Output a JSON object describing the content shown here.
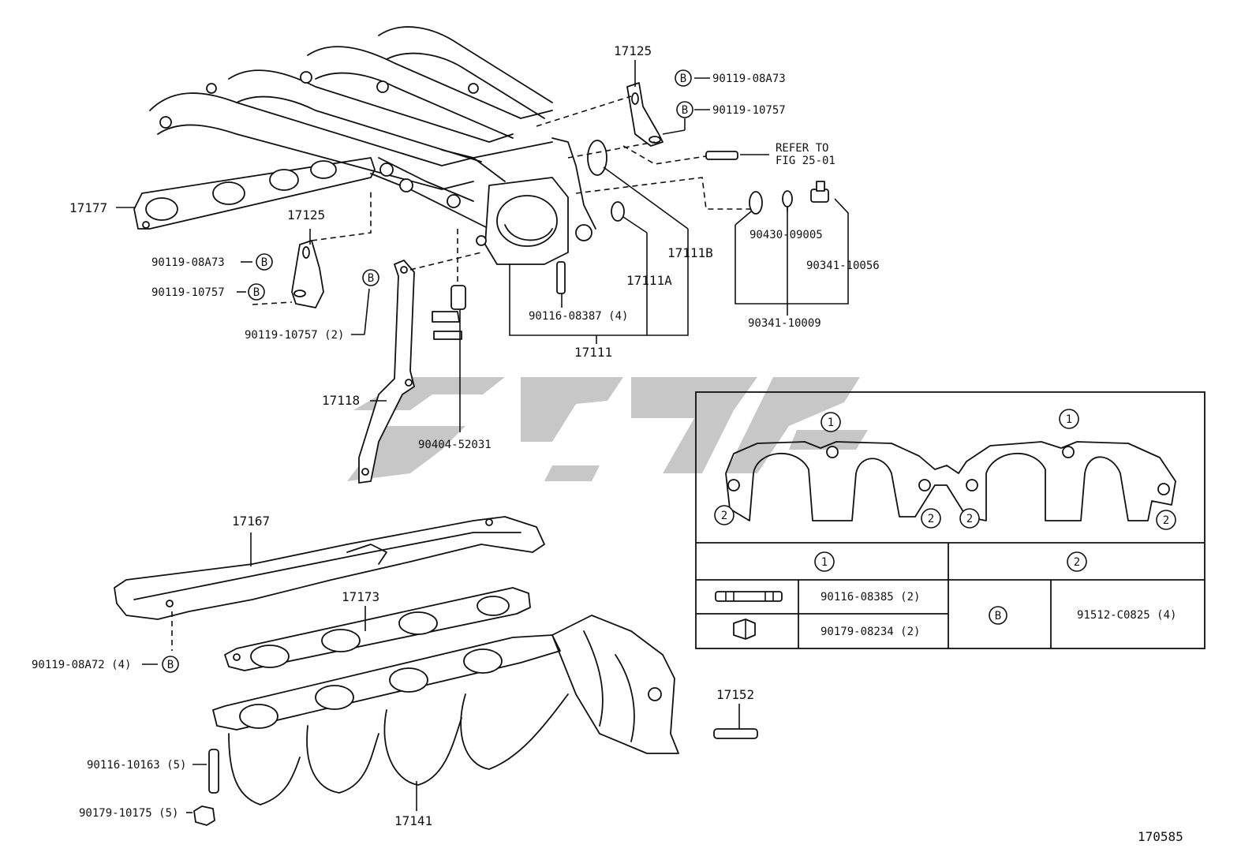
{
  "labels": {
    "p17177": "17177",
    "p17125_top": "17125",
    "p17125_left": "17125",
    "b_08A73_top": "90119-08A73",
    "b_10757_top": "90119-10757",
    "refer1": "REFER TO",
    "refer2": "FIG 25-01",
    "p90430": "90430-09005",
    "p90341_10056": "90341-10056",
    "p90341_10009": "90341-10009",
    "p17111B": "17111B",
    "p17111A": "17111A",
    "p90116_08387": "90116-08387 (4)",
    "p17111": "17111",
    "b_08A73_left": "90119-08A73",
    "b_10757_left": "90119-10757",
    "p10757_2": "90119-10757 (2)",
    "p17118": "17118",
    "p90404": "90404-52031",
    "p17167": "17167",
    "p17173": "17173",
    "p08A72": "90119-08A72 (4)",
    "p17152": "17152",
    "p90116_10163": "90116-10163 (5)",
    "p90179_10175": "90179-10175 (5)",
    "p17141": "17141",
    "fig_code": "170585",
    "marker_b": "B"
  },
  "inset": {
    "num1": "1",
    "num2": "2",
    "col1_header": "1",
    "col2_header": "2",
    "row1_part": "90116-08385 (2)",
    "row2_part": "90179-08234 (2)",
    "b_symbol": "B",
    "b_part": "91512-C0825 (4)"
  }
}
